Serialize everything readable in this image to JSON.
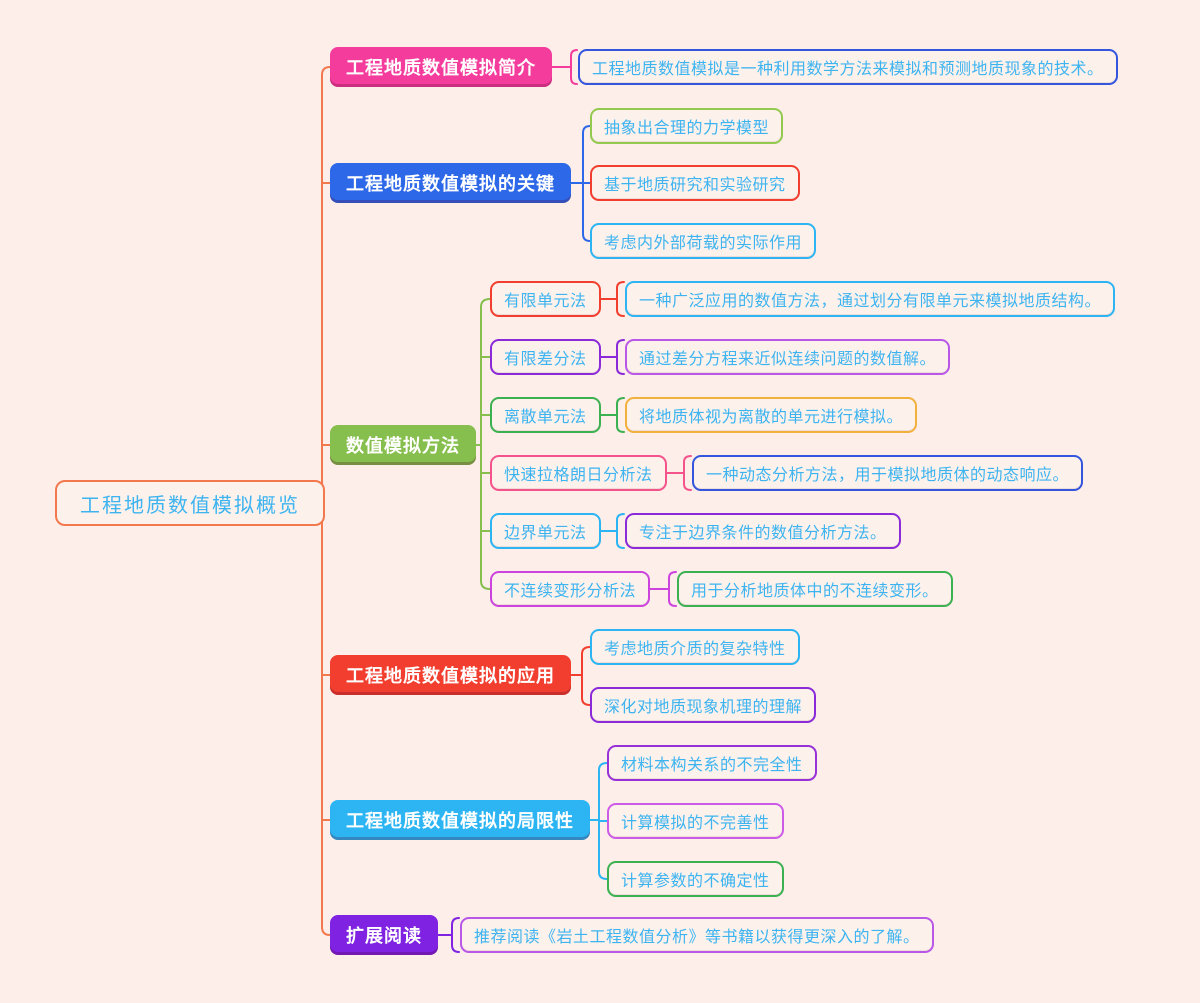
{
  "canvas": {
    "background": "#fdeeea",
    "text_color": "#3db4f0"
  },
  "mindmap": {
    "root": {
      "label": "工程地质数值模拟概览",
      "border_color": "#f2794e"
    },
    "branches": [
      {
        "label": "工程地质数值模拟简介",
        "fill": "#f43c9c",
        "children": [
          {
            "label": "工程地质数值模拟是一种利用数学方法来模拟和预测地质现象的技术。",
            "border": "#3356dd"
          }
        ]
      },
      {
        "label": "工程地质数值模拟的关键",
        "fill": "#2d68e8",
        "children": [
          {
            "label": "抽象出合理的力学模型",
            "border": "#93c94e"
          },
          {
            "label": "基于地质研究和实验研究",
            "border": "#f23e2e"
          },
          {
            "label": "考虑内外部荷载的实际作用",
            "border": "#2cb5f2"
          }
        ]
      },
      {
        "label": "数值模拟方法",
        "fill": "#86bf4d",
        "children": [
          {
            "label": "有限单元法",
            "border": "#f23e2e",
            "children": [
              {
                "label": "一种广泛应用的数值方法，通过划分有限单元来模拟地质结构。",
                "border": "#2cb5f2"
              }
            ]
          },
          {
            "label": "有限差分法",
            "border": "#8b2ad8",
            "children": [
              {
                "label": "通过差分方程来近似连续问题的数值解。",
                "border": "#b857e8"
              }
            ]
          },
          {
            "label": "离散单元法",
            "border": "#3cb151",
            "children": [
              {
                "label": "将地质体视为离散的单元进行模拟。",
                "border": "#f2b13c"
              }
            ]
          },
          {
            "label": "快速拉格朗日分析法",
            "border": "#f4538c",
            "children": [
              {
                "label": "一种动态分析方法，用于模拟地质体的动态响应。",
                "border": "#3356dd"
              }
            ]
          },
          {
            "label": "边界单元法",
            "border": "#2cb5f2",
            "children": [
              {
                "label": "专注于边界条件的数值分析方法。",
                "border": "#8b2ad8"
              }
            ]
          },
          {
            "label": "不连续变形分析法",
            "border": "#cc44dd",
            "children": [
              {
                "label": "用于分析地质体中的不连续变形。",
                "border": "#3cb151"
              }
            ]
          }
        ]
      },
      {
        "label": "工程地质数值模拟的应用",
        "fill": "#f23e2e",
        "children": [
          {
            "label": "考虑地质介质的复杂特性",
            "border": "#2cb5f2"
          },
          {
            "label": "深化对地质现象机理的理解",
            "border": "#8b2ad8"
          }
        ]
      },
      {
        "label": "工程地质数值模拟的局限性",
        "fill": "#2cb5f2",
        "children": [
          {
            "label": "材料本构关系的不完全性",
            "border": "#9632d8"
          },
          {
            "label": "计算模拟的不完善性",
            "border": "#cc5ce8"
          },
          {
            "label": "计算参数的不确定性",
            "border": "#3cb151"
          }
        ]
      },
      {
        "label": "扩展阅读",
        "fill": "#7f22e2",
        "children": [
          {
            "label": "推荐阅读《岩土工程数值分析》等书籍以获得更深入的了解。",
            "border": "#b857e8"
          }
        ]
      }
    ]
  }
}
